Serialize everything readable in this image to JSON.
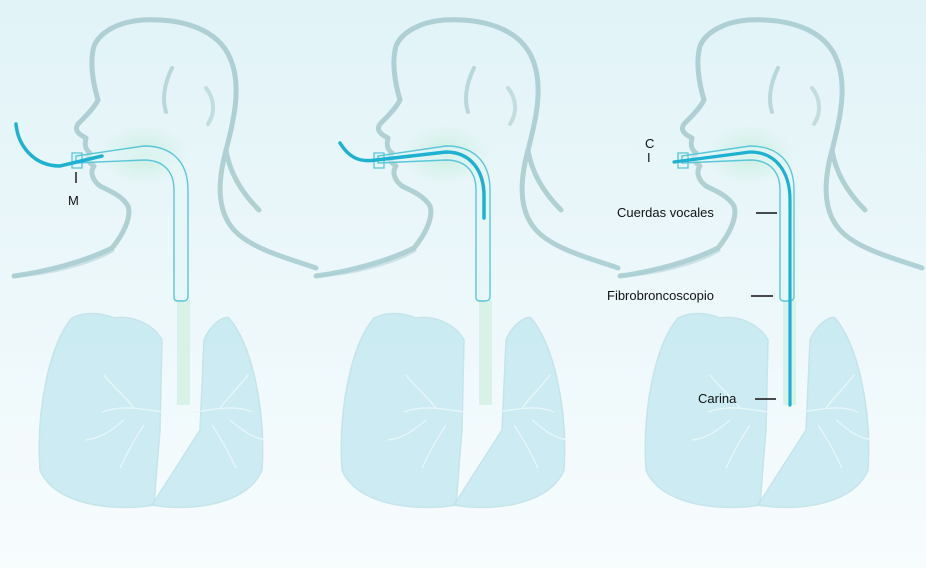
{
  "colors": {
    "background_top": "#e1f3f7",
    "background_bottom": "#f7fcfd",
    "silhouette": "#a9cdd1",
    "lung_fill": "#c6e9f1",
    "pharynx": "#c9eedd",
    "tube_outline": "#58c7d8",
    "device": "#1fb1d2",
    "label_text": "#111111",
    "leader": "#111111"
  },
  "panels": [
    {
      "name": "panel-1",
      "labels": {
        "upper": "I",
        "lower": "M"
      }
    },
    {
      "name": "panel-2"
    },
    {
      "name": "panel-3",
      "labels": {
        "c": "C",
        "i": "I",
        "vocal_cords": "Cuerdas vocales",
        "bronchoscope": "Fibrobroncoscopio",
        "carina": "Carina"
      }
    }
  ]
}
